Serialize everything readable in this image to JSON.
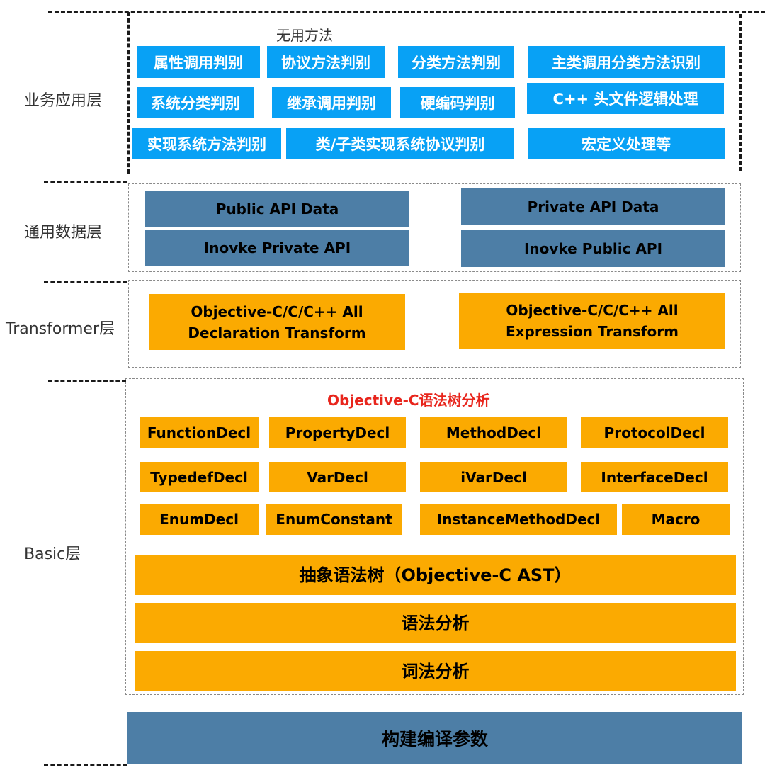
{
  "layers": {
    "business": {
      "label": "业务应用层",
      "note": "无用方法",
      "items": [
        "属性调用判别",
        "协议方法判别",
        "分类方法判别",
        "主类调用分类方法识别",
        "系统分类判别",
        "继承调用判别",
        "硬编码判别",
        "C++ 头文件逻辑处理",
        "实现系统方法判别",
        "类/子类实现系统协议判别",
        "宏定义处理等"
      ]
    },
    "data": {
      "label": "通用数据层",
      "items": [
        "Public API Data",
        "Inovke Private API",
        "Private API Data",
        "Inovke Public API"
      ]
    },
    "transformer": {
      "label": "Transformer层",
      "items": [
        "Objective-C/C/C++  All\nDeclaration Transform",
        "Objective-C/C/C++  All\nExpression Transform"
      ]
    },
    "basic": {
      "label": "Basic层",
      "title": "Objective-C语法树分析",
      "decls": [
        "FunctionDecl",
        "PropertyDecl",
        "MethodDecl",
        "ProtocolDecl",
        "TypedefDecl",
        "VarDecl",
        "iVarDecl",
        "InterfaceDecl",
        "EnumDecl",
        "EnumConstant",
        "InstanceMethodDecl",
        "Macro"
      ],
      "ast": "抽象语法树（Objective-C AST）",
      "syntax": "语法分析",
      "lexical": "词法分析"
    },
    "build": {
      "label": "构建编译参数"
    }
  },
  "colors": {
    "business_box": "#08a1f5",
    "data_box": "#4d7ea6",
    "basic_box": "#fbaa01",
    "section_title": "#e8251c"
  }
}
